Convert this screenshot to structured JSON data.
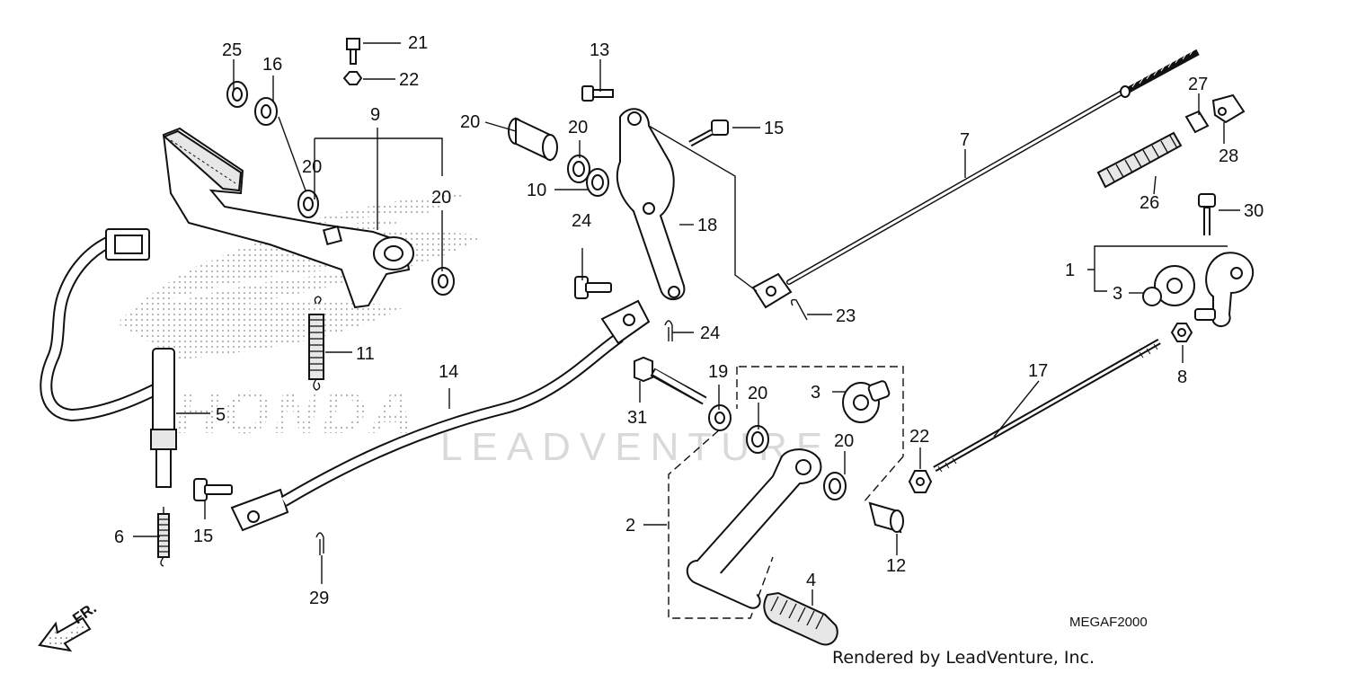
{
  "diagram": {
    "code": "MEGAF2000",
    "credit": "Rendered by LeadVenture, Inc.",
    "watermark": "LEADVENTURE",
    "brand_watermark": "HONDA",
    "direction_label": "FR.",
    "callouts": [
      {
        "id": "c25",
        "text": "25"
      },
      {
        "id": "c16",
        "text": "16"
      },
      {
        "id": "c21",
        "text": "21"
      },
      {
        "id": "c22a",
        "text": "22"
      },
      {
        "id": "c9",
        "text": "9"
      },
      {
        "id": "c20a",
        "text": "20"
      },
      {
        "id": "c20b",
        "text": "20"
      },
      {
        "id": "c11",
        "text": "11"
      },
      {
        "id": "c5",
        "text": "5"
      },
      {
        "id": "c6",
        "text": "6"
      },
      {
        "id": "c15a",
        "text": "15"
      },
      {
        "id": "c14",
        "text": "14"
      },
      {
        "id": "c24a",
        "text": "24"
      },
      {
        "id": "c29",
        "text": "29"
      },
      {
        "id": "c13",
        "text": "13"
      },
      {
        "id": "c20c",
        "text": "20"
      },
      {
        "id": "c20d",
        "text": "20"
      },
      {
        "id": "c10",
        "text": "10"
      },
      {
        "id": "c18",
        "text": "18"
      },
      {
        "id": "c15b",
        "text": "15"
      },
      {
        "id": "c24b",
        "text": "24"
      },
      {
        "id": "c7",
        "text": "7"
      },
      {
        "id": "c23",
        "text": "23"
      },
      {
        "id": "c27",
        "text": "27"
      },
      {
        "id": "c28",
        "text": "28"
      },
      {
        "id": "c26",
        "text": "26"
      },
      {
        "id": "c30",
        "text": "30"
      },
      {
        "id": "c1",
        "text": "1"
      },
      {
        "id": "c3a",
        "text": "3"
      },
      {
        "id": "c8",
        "text": "8"
      },
      {
        "id": "c17",
        "text": "17"
      },
      {
        "id": "c19",
        "text": "19"
      },
      {
        "id": "c31",
        "text": "31"
      },
      {
        "id": "c20e",
        "text": "20"
      },
      {
        "id": "c3b",
        "text": "3"
      },
      {
        "id": "c20f",
        "text": "20"
      },
      {
        "id": "c22b",
        "text": "22"
      },
      {
        "id": "c12",
        "text": "12"
      },
      {
        "id": "c2",
        "text": "2"
      },
      {
        "id": "c4",
        "text": "4"
      }
    ]
  }
}
